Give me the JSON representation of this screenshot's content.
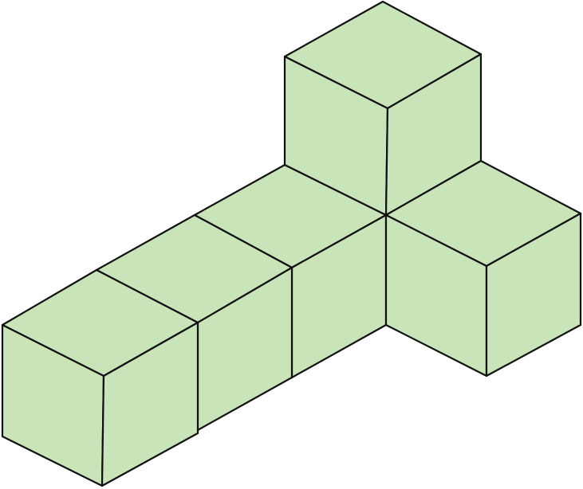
{
  "diagram": {
    "type": "isometric-cube-structure",
    "cube_count": 6,
    "colors": {
      "face_fill": "#c8e4b8",
      "edge_stroke": "#111111",
      "background": "#ffffff"
    },
    "cubes": [
      {
        "id": "top-cube",
        "label": ""
      },
      {
        "id": "row-cube-1",
        "label": ""
      },
      {
        "id": "row-cube-2",
        "label": ""
      },
      {
        "id": "row-cube-3",
        "label": ""
      },
      {
        "id": "row-cube-4",
        "label": ""
      },
      {
        "id": "right-cube",
        "label": ""
      }
    ]
  }
}
